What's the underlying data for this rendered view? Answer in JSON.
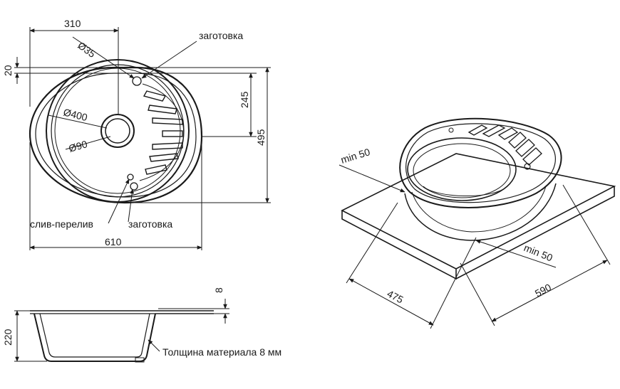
{
  "labels": {
    "blank_top": "заготовка",
    "blank_bottom": "заготовка",
    "drain_overflow": "слив-перелив",
    "thickness_note": "Толщина материала 8 мм"
  },
  "dimensions": {
    "width_310": "310",
    "width_610": "610",
    "height_20": "20",
    "height_245": "245",
    "height_495": "495",
    "dia_35": "Ø35",
    "dia_400": "Ø400",
    "dia_90": "Ø90",
    "depth_220": "220",
    "flange_8": "8",
    "min_50_left": "min 50",
    "min_50_right": "min 50",
    "cut_475": "475",
    "cut_590": "590"
  },
  "colors": {
    "line": "#1a1a1a",
    "background": "#ffffff"
  }
}
